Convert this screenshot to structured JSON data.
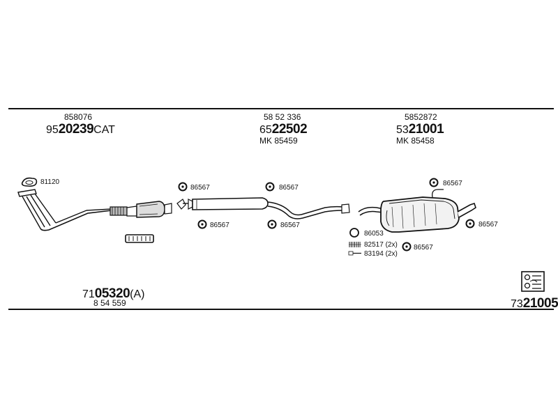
{
  "groups": {
    "front": {
      "ref": "858076",
      "part_prefix": "95",
      "part_bold": "20239",
      "part_suffix": "CAT"
    },
    "middle": {
      "ref": "58 52 336",
      "part_prefix": "65",
      "part_bold": "22502",
      "part_suffix": "",
      "mk": "MK  85459"
    },
    "rear": {
      "ref": "5852872",
      "part_prefix": "53",
      "part_bold": "21001",
      "part_suffix": "",
      "mk": "MK  85458"
    }
  },
  "fitting_labels": {
    "gasket": "81120",
    "hanger_1": "86567",
    "hanger_2": "86567",
    "hanger_3": "86567",
    "hanger_4": "86567",
    "hanger_5": "86567",
    "hanger_6": "86567",
    "hanger_7": "86567",
    "clamp": "86053",
    "small_1": "82517 (2x)",
    "small_2": "83194 (2x)"
  },
  "kit": {
    "part_prefix": "71",
    "part_bold": "05320",
    "part_suffix": "(A)",
    "ref": "8 54 559"
  },
  "assembly": {
    "part_prefix": "73",
    "part_bold": "21005"
  },
  "colors": {
    "ink": "#111111",
    "pipe": "#9a9a9a"
  }
}
